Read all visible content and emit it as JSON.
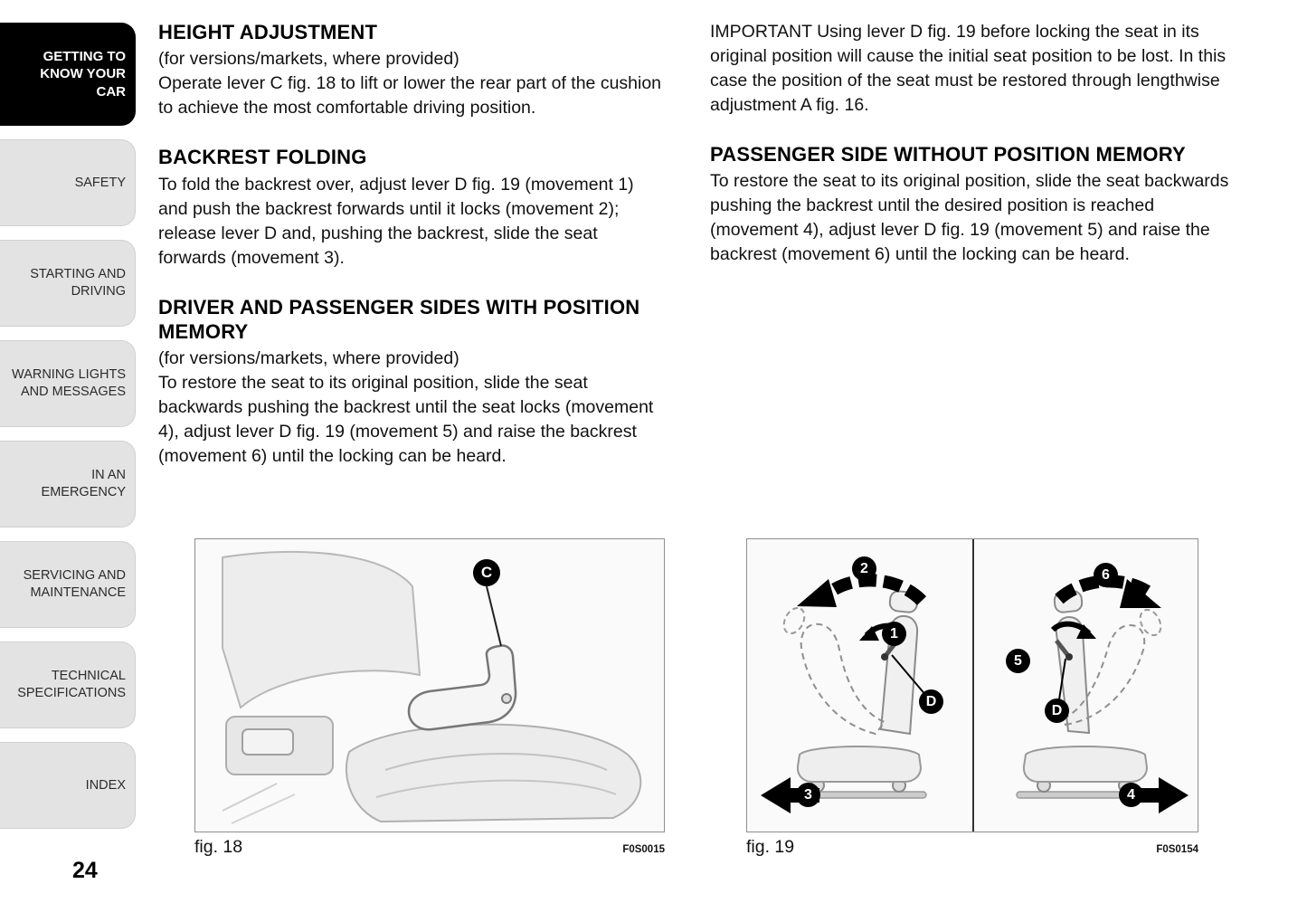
{
  "colors": {
    "active_tab_bg": "#000000",
    "tab_bg": "#e3e3e3",
    "text": "#111111"
  },
  "page_number": "24",
  "sidebar": {
    "items": [
      {
        "label": "GETTING TO KNOW YOUR CAR",
        "active": true
      },
      {
        "label": "SAFETY",
        "active": false
      },
      {
        "label": "STARTING AND DRIVING",
        "active": false
      },
      {
        "label": "WARNING LIGHTS AND MESSAGES",
        "active": false
      },
      {
        "label": "IN AN EMERGENCY",
        "active": false
      },
      {
        "label": "SERVICING AND MAINTENANCE",
        "active": false
      },
      {
        "label": "TECHNICAL SPECIFICATIONS",
        "active": false
      },
      {
        "label": "INDEX",
        "active": false
      }
    ]
  },
  "left_column": {
    "height_adjustment": {
      "heading": "HEIGHT ADJUSTMENT",
      "note": "(for versions/markets, where provided)",
      "body": "Operate lever C fig. 18 to lift or lower the rear part of the cushion to achieve the most comfortable driving position."
    },
    "backrest_folding": {
      "heading": "BACKREST FOLDING",
      "body": "To fold the backrest over, adjust lever D fig. 19 (movement 1) and push the backrest forwards until it locks (movement 2); release lever D and, pushing the backrest, slide the seat forwards (movement 3)."
    },
    "position_memory": {
      "heading": "DRIVER AND PASSENGER SIDES WITH POSITION MEMORY",
      "note": "(for versions/markets, where provided)",
      "body": "To restore the seat to its original position, slide the seat backwards pushing the backrest until the seat locks (movement 4), adjust lever D fig. 19 (movement 5) and raise the backrest (movement 6) until the locking can be heard."
    }
  },
  "right_column": {
    "important": "IMPORTANT Using lever D fig. 19 before locking the seat in its original position will cause the initial seat position to be lost. In this case the position of the seat must be restored through lengthwise adjustment A fig. 16.",
    "without_memory": {
      "heading": "PASSENGER SIDE WITHOUT POSITION MEMORY",
      "body": "To restore the seat to its original position, slide the seat backwards pushing the backrest until the desired position is reached (movement 4), adjust lever D fig. 19 (movement 5) and raise the backrest (movement 6) until the locking can be heard."
    }
  },
  "figure18": {
    "caption": "fig. 18",
    "code": "F0S0015",
    "marker_c": "C"
  },
  "figure19": {
    "caption": "fig. 19",
    "code": "F0S0154",
    "markers": {
      "m1": "1",
      "m2": "2",
      "m3": "3",
      "m4": "4",
      "m5": "5",
      "m6": "6",
      "d_left": "D",
      "d_right": "D"
    }
  }
}
